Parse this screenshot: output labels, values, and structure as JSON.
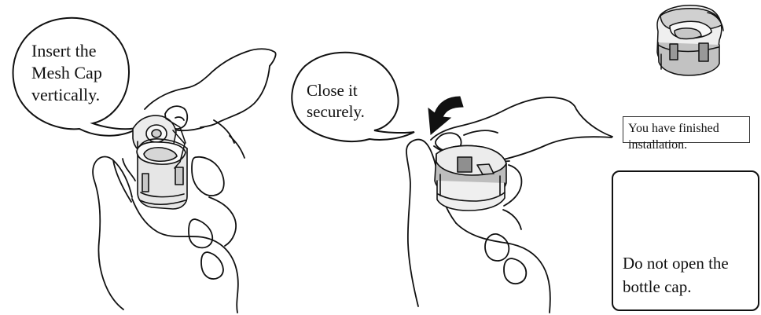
{
  "steps": {
    "insert": {
      "callout": "Insert the\nMesh Cap\nvertically."
    },
    "close": {
      "callout": "Close it\nsecurely."
    },
    "finished": {
      "message": "You have finished\ninstallation."
    },
    "warning": {
      "message": "Do not open the\nbottle cap."
    }
  },
  "icons": {
    "arrow": "down-curved-arrow-icon",
    "cross": "x-mark-icon"
  },
  "colors": {
    "line": "#111111",
    "shade": "#9b9b9b",
    "light_shade": "#d9d9d9",
    "cross": "#222222"
  }
}
